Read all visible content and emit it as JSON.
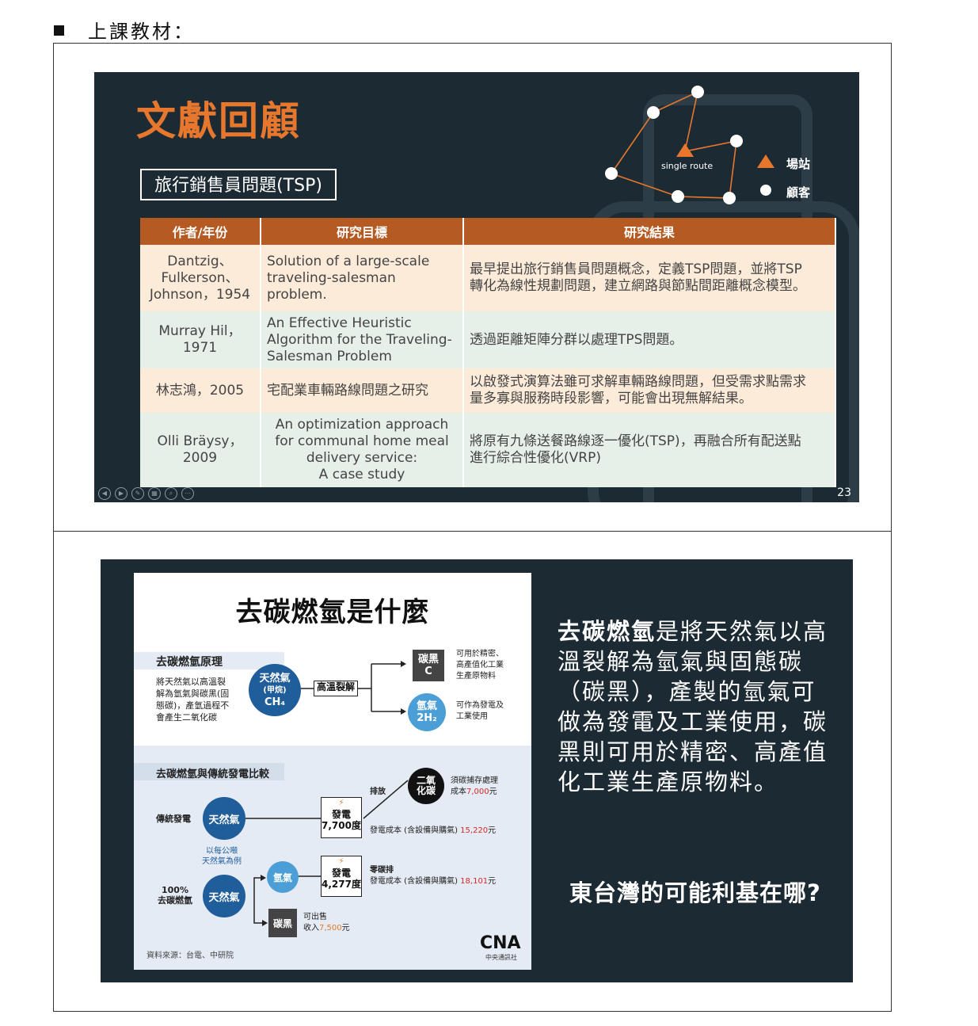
{
  "heading": "上課教材：",
  "slide1": {
    "title": "文獻回顧",
    "subtitle": "旅行銷售員問題(TSP)",
    "diagram_label": "single route",
    "legend": {
      "depot": "場站",
      "customer": "顧客"
    },
    "table": {
      "headers": [
        "作者/年份",
        "研究目標",
        "研究結果"
      ],
      "rows": [
        {
          "author": [
            "Dantzig、",
            "Fulkerson、",
            "Johnson，1954"
          ],
          "goal": [
            "Solution of a large-scale",
            "traveling-salesman problem."
          ],
          "result": [
            "最早提出旅行銷售員問題概念，定義TSP問題，並將TSP",
            "轉化為線性規劃問題，建立網路與節點間距離概念模型。"
          ]
        },
        {
          "author": [
            "Murray Hil，",
            "1971"
          ],
          "goal": [
            "An Effective Heuristic",
            "Algorithm for the Traveling-",
            "Salesman Problem"
          ],
          "result": [
            "透過距離矩陣分群以處理TPS問題。"
          ]
        },
        {
          "author": [
            "林志鴻，2005"
          ],
          "goal": [
            "宅配業車輛路線問題之研究"
          ],
          "result": [
            "以啟發式演算法雖可求解車輛路線問題，但受需求點需求",
            "量多寡與服務時段影響，可能會出現無解結果。"
          ]
        },
        {
          "author": [
            "Olli Bräysy，",
            "2009"
          ],
          "goal": [
            "An optimization approach",
            "for communal home meal",
            "delivery service:",
            "A case study"
          ],
          "result": [
            "將原有九條送餐路線逐一優化(TSP)，再融合所有配送點",
            "進行綜合性優化(VRP)"
          ]
        }
      ]
    },
    "page_number": "23"
  },
  "slide2": {
    "infographic": {
      "title": "去碳燃氫是什麼",
      "section1": {
        "heading": "去碳燃氫原理",
        "desc": [
          "將天然氣以高溫裂",
          "解為氫氣與碳黑(固",
          "態碳)，產氫過程不",
          "會產生二氧化碳"
        ],
        "gas": [
          "天然氣",
          "(甲烷)",
          "CH₄"
        ],
        "process": "高溫裂解",
        "carbon": [
          "碳黑",
          "C"
        ],
        "carbon_use": [
          "可用於精密、",
          "高產值化工業",
          "生產原物料"
        ],
        "hydrogen": [
          "氫氣",
          "2H₂"
        ],
        "hydrogen_use": [
          "可作為發電及",
          "工業使用"
        ]
      },
      "section2": {
        "heading": "去碳燃氫與傳統發電比較",
        "traditional_label": "傳統發電",
        "gas_label": "天然氣",
        "emit_label": "排放",
        "co2_label": [
          "二氧",
          "化碳"
        ],
        "co2_cost": [
          "須碳捕存處理",
          "成本",
          "7,000",
          "元"
        ],
        "gen1": [
          "發電",
          "7,700度"
        ],
        "gen1_cost": [
          "發電成本 (含設備與購氣) ",
          "15,220",
          "元"
        ],
        "note": [
          "以每公噸",
          "天然氣為例"
        ],
        "dc_label": [
          "100%",
          "去碳燃氫"
        ],
        "hydrogen_label": "氫氣",
        "gen2": [
          "發電",
          "4,277度"
        ],
        "gen2_emit": "零碳排",
        "gen2_cost": [
          "發電成本 (含設備與購氣) ",
          "18,101",
          "元"
        ],
        "carbon_label": "碳黑",
        "carbon_sale": [
          "可出售",
          "收入",
          "7,500",
          "元"
        ]
      },
      "source": "資料來源：台電、中研院",
      "logo": "CNA",
      "logo_sub": "中央通訊社"
    },
    "text_bold": "去碳燃氫",
    "text_rest": "是將天然氣以高溫裂解為氫氣與固態碳（碳黑），產製的氫氣可做為發電及工業使用，碳黑則可用於精密、高產值化工業生產原物料。",
    "question": "東台灣的可能利基在哪?"
  },
  "colors": {
    "accent": "#e8772e",
    "slide_bg": "#1c2a33",
    "table_header": "#b45a22",
    "row_warm": "#fdebd9",
    "row_cool": "#e7efe9",
    "circle_blue": "#1f5d9b"
  }
}
